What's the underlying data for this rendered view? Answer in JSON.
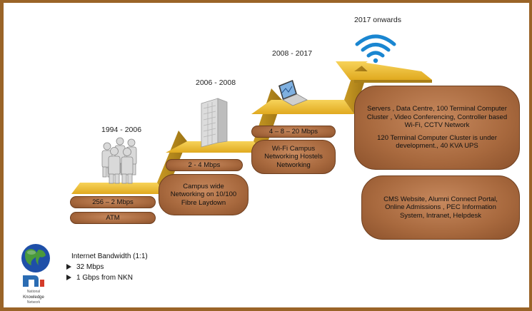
{
  "periods": [
    {
      "label": "1994 - 2006"
    },
    {
      "label": "2006 - 2008"
    },
    {
      "label": "2008 - 2017"
    },
    {
      "label": "2017 onwards"
    }
  ],
  "boxes": {
    "speed_1994": "256 – 2 Mbps",
    "atm": "ATM",
    "speed_2006": "2 - 4 Mbps",
    "campus_2006": "Campus wide Networking on 10/100 Fibre Laydown",
    "speed_2008": "4 – 8 – 20 Mbps",
    "wifi_2008": "Wi-Fi   Campus Networking  Hostels Networking",
    "servers_p1": "Servers , Data Centre, 100 Terminal Computer Cluster , Video Conferencing, Controller based Wi-Fi, CCTV Network",
    "servers_p2": "120 Terminal Computer Cluster is under development., 40 KVA UPS",
    "cms": "CMS Website, Alumni Connect Portal, Online Admissions , PEC Information System, Intranet, Helpdesk"
  },
  "bandwidth": {
    "title": "Internet Bandwidth (1:1)",
    "items": [
      "32 Mbps",
      "1  Gbps from NKN"
    ]
  },
  "logo": {
    "text": "National Knowledge Network"
  },
  "colors": {
    "frame": "#9a6428",
    "step_top": "#f2c43d",
    "step_front": "#b98a1c",
    "pill": "#a8693e"
  }
}
